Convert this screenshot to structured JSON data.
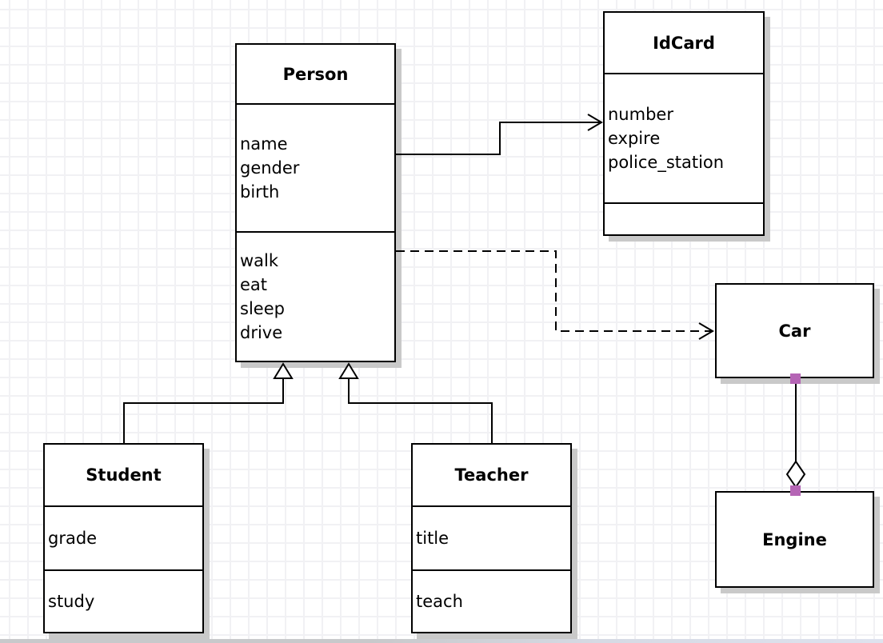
{
  "canvas": {
    "kind": "uml-class-diagram",
    "colors": {
      "background": "#ffffff",
      "grid_line": "#f1f1f4",
      "box_border": "#000000",
      "box_fill": "#ffffff",
      "box_shadow": "#c9c9c9",
      "endpoint_handle": "#b565b5",
      "text": "#000000"
    }
  },
  "classes": {
    "person": {
      "title": "Person",
      "attributes": [
        "name",
        "gender",
        "birth"
      ],
      "methods": [
        "walk",
        "eat",
        "sleep",
        "drive"
      ]
    },
    "idcard": {
      "title": "IdCard",
      "attributes": [
        "number",
        "expire",
        "police_station"
      ],
      "methods": []
    },
    "student": {
      "title": "Student",
      "attributes": [
        "grade"
      ],
      "methods": [
        "study"
      ]
    },
    "teacher": {
      "title": "Teacher",
      "attributes": [
        "title"
      ],
      "methods": [
        "teach"
      ]
    },
    "car": {
      "title": "Car"
    },
    "engine": {
      "title": "Engine"
    }
  },
  "relationships": [
    {
      "type": "association",
      "from": "Person",
      "to": "IdCard",
      "line": "solid",
      "arrow": "open"
    },
    {
      "type": "dependency",
      "from": "Person",
      "to": "Car",
      "line": "dashed",
      "arrow": "open"
    },
    {
      "type": "generalization",
      "from": "Student",
      "to": "Person",
      "line": "solid",
      "arrow": "hollow-triangle"
    },
    {
      "type": "generalization",
      "from": "Teacher",
      "to": "Person",
      "line": "solid",
      "arrow": "hollow-triangle"
    },
    {
      "type": "aggregation",
      "from": "Car",
      "to": "Engine",
      "line": "solid",
      "arrow": "hollow-diamond"
    }
  ]
}
